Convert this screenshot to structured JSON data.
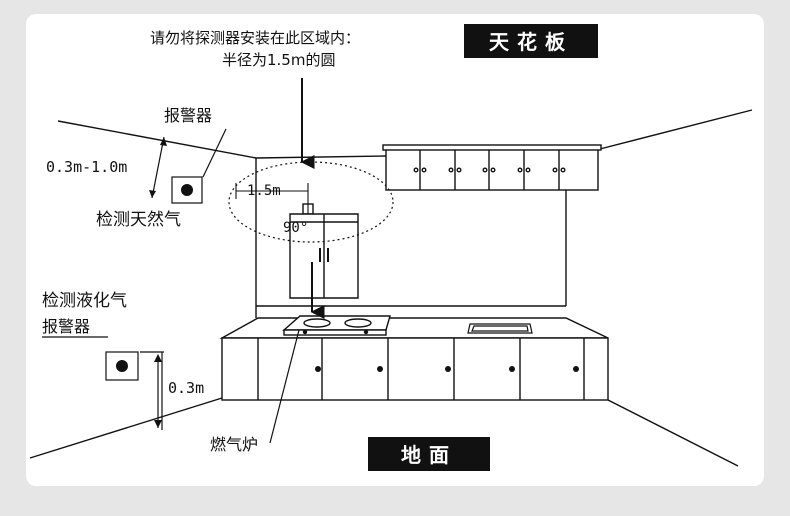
{
  "instruction": {
    "line1": "请勿将探测器安装在此区域内：",
    "line2": "半径为1.5m的圆"
  },
  "ceiling_label": "天花板",
  "floor_label": "地面",
  "natural_gas": {
    "alarm_label": "报警器",
    "height_range": "0.3m-1.0m",
    "detect_label": "检测天然气"
  },
  "lpg": {
    "detect_label": "检测液化气",
    "alarm_label": "报警器",
    "height": "0.3m"
  },
  "zone": {
    "radius": "1.5m",
    "angle": "90°"
  },
  "stove_label": "燃气炉",
  "colors": {
    "background": "#e6e6e6",
    "card": "#ffffff",
    "label_box": "#111111",
    "line": "#111111"
  }
}
